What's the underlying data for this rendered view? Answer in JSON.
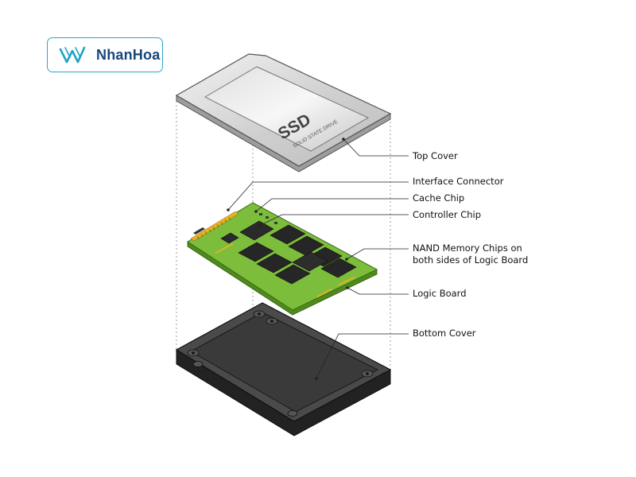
{
  "brand": {
    "name": "NhanHoa",
    "colors": {
      "border": "#2aa8c9",
      "text": "#17467a",
      "mark": "#1fa3c6"
    }
  },
  "top_cover": {
    "title": "SSD",
    "subtitle": "SOLID STATE DRIVE"
  },
  "labels": {
    "top_cover": "Top Cover",
    "interface_connector": "Interface Connector",
    "cache_chip": "Cache Chip",
    "controller_chip": "Controller Chip",
    "nand_line1": "NAND Memory Chips on",
    "nand_line2": "both  sides of Logic Board",
    "logic_board": "Logic Board",
    "bottom_cover": "Bottom Cover"
  },
  "colors": {
    "board": "#7cbd3c",
    "board_edge": "#4f8a1d",
    "chip": "#2a2a2a",
    "gold": "#e6b325",
    "cover_metal": "#d9d9d9",
    "bottom_cover": "#333333"
  }
}
